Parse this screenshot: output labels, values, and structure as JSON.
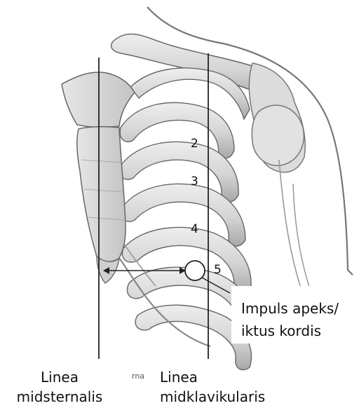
{
  "ribs": {
    "r2": "2",
    "r3": "3",
    "r4": "4",
    "r5": "5"
  },
  "callout": {
    "line1": "Impuls apeks/",
    "line2": "iktus kordis"
  },
  "labels": {
    "midsternal_line1": "Linea",
    "midsternal_line2": "midsternalis",
    "midclavicular_line1": "Linea",
    "midclavicular_line2": "midklavikularis",
    "fragment": "rna"
  },
  "colors": {
    "bone": "#d9d9d9",
    "bone_shadow": "#9a9a9a",
    "outline": "#5a5a5a",
    "line": "#222222"
  }
}
